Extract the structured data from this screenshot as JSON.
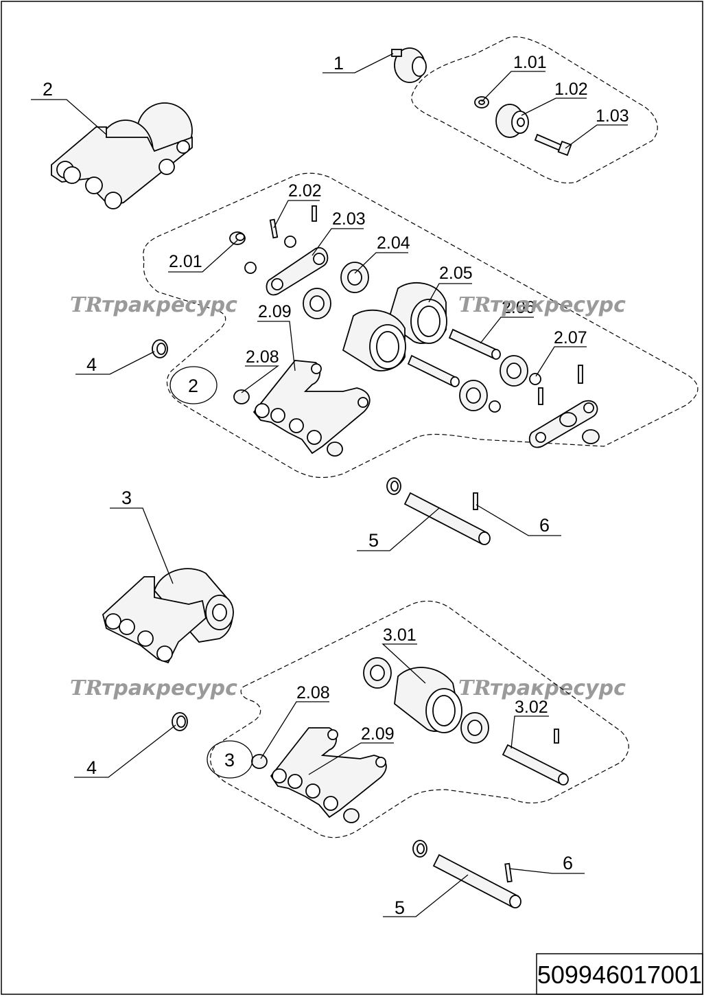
{
  "document_number": "509946017001",
  "watermark_text": "тракресурс",
  "watermark_logo": "TR",
  "callouts": {
    "c1": "1",
    "c101": "1.01",
    "c102": "1.02",
    "c103": "1.03",
    "c2": "2",
    "c201": "2.01",
    "c202": "2.02",
    "c203": "2.03",
    "c204": "2.04",
    "c205": "2.05",
    "c206": "2.06",
    "c207": "2.07",
    "c208": "2.08",
    "c209": "2.09",
    "c2box": "2",
    "c4a": "4",
    "c5a": "5",
    "c6a": "6",
    "c3": "3",
    "c301": "3.01",
    "c302": "3.02",
    "c208b": "2.08",
    "c209b": "2.09",
    "c3box": "3",
    "c4b": "4",
    "c5b": "5",
    "c6b": "6"
  }
}
